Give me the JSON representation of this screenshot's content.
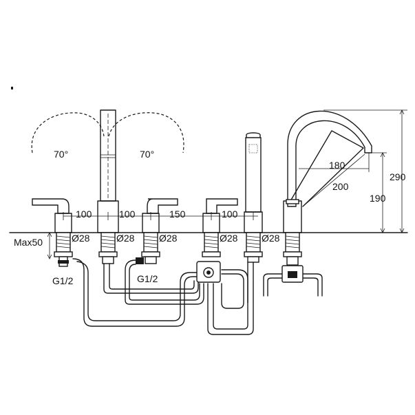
{
  "labels": {
    "angle_left": "70°",
    "angle_right": "70°",
    "spacing_1": "100",
    "spacing_2": "100",
    "spacing_3": "150",
    "spacing_4": "100",
    "max_depth": "Max50",
    "hole_1": "Ø28",
    "hole_2": "Ø28",
    "hole_3": "Ø28",
    "hole_4": "Ø28",
    "hole_5": "Ø28",
    "thread_left": "G1/2",
    "thread_mid": "G1/2",
    "reach": "180",
    "spout_length": "200",
    "spout_height": "190",
    "total_height": "290"
  }
}
